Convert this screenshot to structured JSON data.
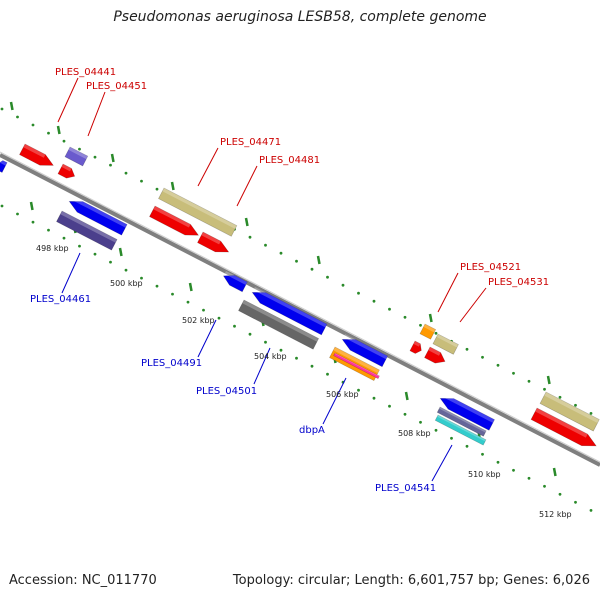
{
  "header": {
    "title": "Pseudomonas aeruginosa LESB58, complete genome"
  },
  "footer": {
    "accession": "Accession: NC_011770",
    "summary": "Topology: circular; Length: 6,601,757 bp; Genes: 6,026"
  },
  "colors": {
    "backbone": "#7f7f7f",
    "forward_label": "#cc0000",
    "reverse_label": "#0000cc",
    "tick": "#2a8a2a",
    "red": "#ee0000",
    "blue": "#0000ee",
    "khaki": "#c8bd7a",
    "slate": "#4b3f8c",
    "purple": "#6a5acd",
    "gray": "#666666",
    "orange": "#ff9900"
  },
  "scale": {
    "ticks": [
      {
        "label": "498 kbp"
      },
      {
        "label": "500 kbp"
      },
      {
        "label": "502 kbp"
      },
      {
        "label": "504 kbp"
      },
      {
        "label": "506 kbp"
      },
      {
        "label": "508 kbp"
      },
      {
        "label": "510 kbp"
      },
      {
        "label": "512 kbp"
      }
    ]
  },
  "forward_labels": [
    {
      "text": "PLES_04441"
    },
    {
      "text": "PLES_04451"
    },
    {
      "text": "PLES_04471"
    },
    {
      "text": "PLES_04481"
    },
    {
      "text": "PLES_04521"
    },
    {
      "text": "PLES_04531"
    }
  ],
  "reverse_labels": [
    {
      "text": "PLES_04461"
    },
    {
      "text": "PLES_04491"
    },
    {
      "text": "PLES_04501"
    },
    {
      "text": "dbpA"
    },
    {
      "text": "PLES_04541"
    }
  ]
}
